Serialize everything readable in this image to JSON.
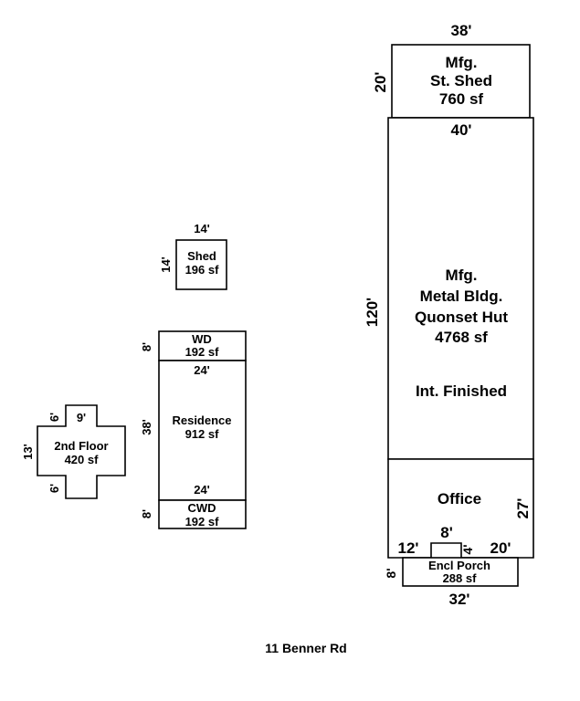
{
  "shed": {
    "name": "Shed",
    "area": "196 sf",
    "width": "14'",
    "depth": "14'"
  },
  "wd": {
    "name": "WD",
    "area": "192 sf",
    "depth": "8'"
  },
  "residence": {
    "name": "Residence",
    "area": "912 sf",
    "top_width": "24'",
    "bottom_width": "24'",
    "depth": "38'"
  },
  "cwd": {
    "name": "CWD",
    "area": "192 sf",
    "depth": "8'"
  },
  "second_floor": {
    "name": "2nd Floor",
    "area": "420 sf",
    "top_width": "9'",
    "top_depth": "6'",
    "height": "13'",
    "bottom_depth": "6'"
  },
  "st_shed": {
    "line1": "Mfg.",
    "line2": "St. Shed",
    "area": "760 sf",
    "width": "38'",
    "depth": "20'"
  },
  "quonset": {
    "line1": "Mfg.",
    "line2": "Metal Bldg.",
    "line3": "Quonset Hut",
    "area": "4768 sf",
    "note": "Int. Finished",
    "width": "40'",
    "depth": "120'"
  },
  "office": {
    "name": "Office",
    "depth": "27'",
    "left_width": "12'",
    "notch_width": "8'",
    "notch_depth": "4'",
    "right_width": "20'"
  },
  "porch": {
    "name": "Encl Porch",
    "area": "288 sf",
    "depth": "8'",
    "width": "32'"
  },
  "address": "11 Benner Rd"
}
